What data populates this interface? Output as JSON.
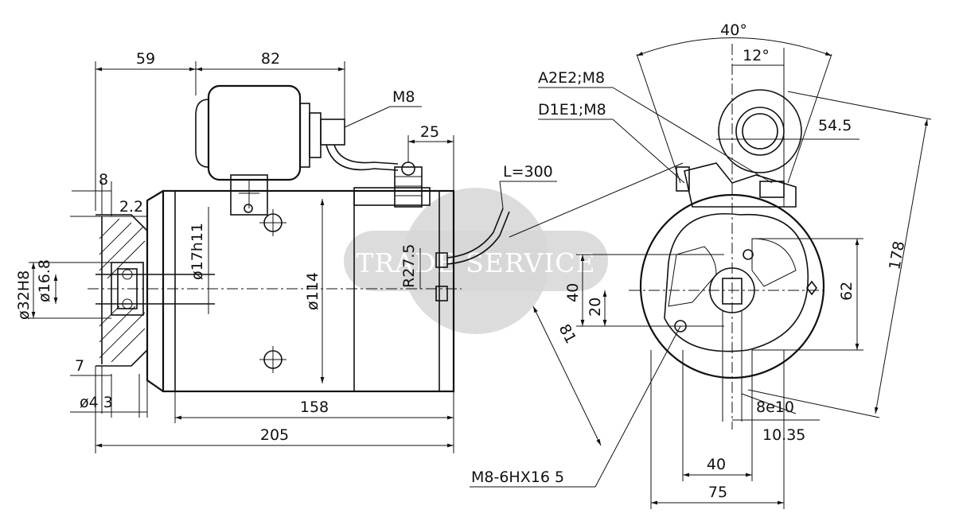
{
  "watermark": "TRADE SERVICE",
  "side_view": {
    "dims": {
      "d59": "59",
      "d82": "82",
      "m8": "M8",
      "d25": "25",
      "d8": "8",
      "d2_2": "2.2",
      "d17h11": "ø17h11",
      "d32h8": "ø32H8",
      "d16_8": "ø16.8",
      "r27_5": "R27.5",
      "d114": "ø114",
      "d7": "7",
      "d43": "ø4 3",
      "d158": "158",
      "d205": "205",
      "l300": "L=300"
    }
  },
  "end_view": {
    "dims": {
      "a40deg": "40°",
      "a12deg": "12°",
      "a2e2": "A2E2;M8",
      "d1e1": "D1E1;M8",
      "d54_5": "54.5",
      "d178": "178",
      "d62": "62",
      "d40v": "40",
      "d20": "20",
      "d81": "81",
      "d8e10": "8e10",
      "d10_35": "10.35",
      "d40h": "40",
      "d75": "75",
      "m8_6hx": "M8-6HX16 5"
    }
  },
  "colors": {
    "line": "#111111",
    "watermark": "#cfcfcf",
    "background": "#ffffff"
  }
}
